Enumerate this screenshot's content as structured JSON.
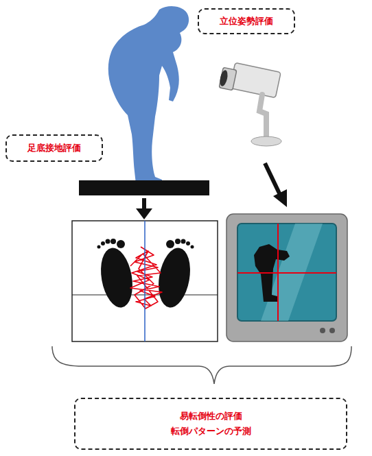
{
  "diagram": {
    "nodes": [
      {
        "text": [
          "立位姿勢評価"
        ]
      },
      {
        "text": [
          "足底接地評価"
        ]
      },
      {
        "text": [
          "易転倒性の評価 転倒パターンの予測"
        ]
      }
    ]
  }
}
